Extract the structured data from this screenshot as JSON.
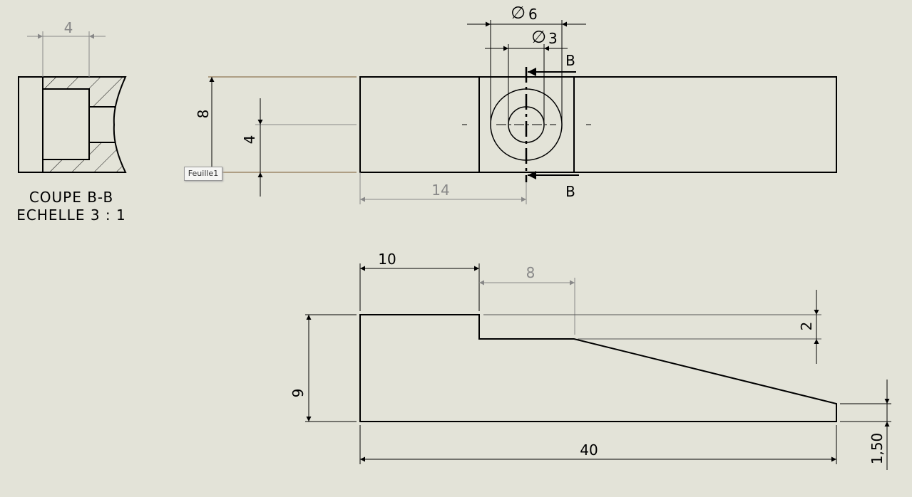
{
  "section_view": {
    "title": "COUPE B-B",
    "scale": "ECHELLE 3 : 1",
    "dim_width": "4"
  },
  "top_view": {
    "dim_height": "8",
    "dim_hole_offset": "4",
    "dim_hole_position": "14",
    "dim_outer_diameter_symbol": "∅",
    "dim_outer_diameter": "6",
    "dim_inner_diameter_symbol": "∅",
    "dim_inner_diameter": "3",
    "cut_label_top": "B",
    "cut_label_bottom": "B"
  },
  "front_view": {
    "dim_step_length": "10",
    "dim_pocket_length": "8",
    "dim_step_depth": "2",
    "dim_total_height": "9",
    "dim_total_length": "40",
    "dim_end_thickness": "1,50"
  },
  "sheet_tab": {
    "label": "Feuille1"
  },
  "colors": {
    "background": "#e3e3d8",
    "line": "#000000",
    "dimension_grey": "#888888",
    "edge_brown": "#7a5a30"
  }
}
